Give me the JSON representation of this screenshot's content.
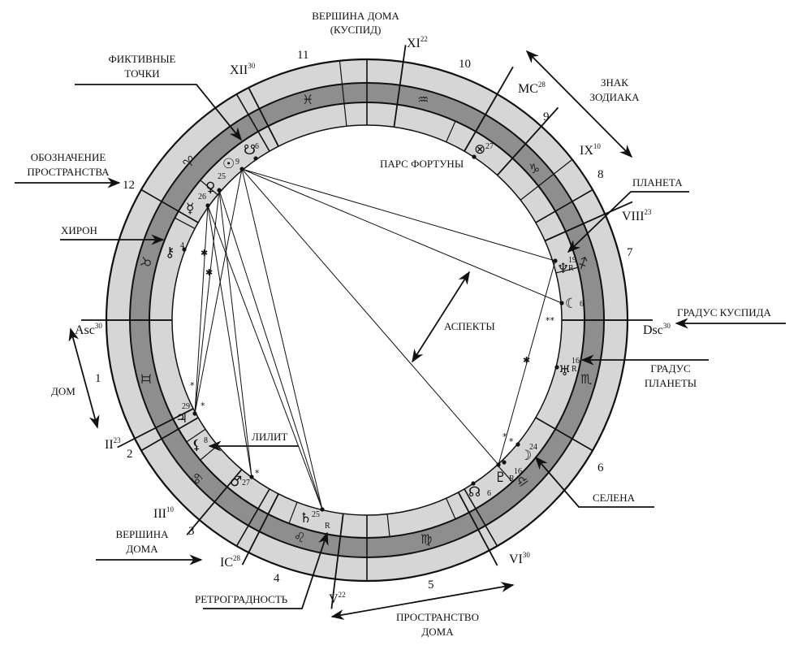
{
  "title": "Astrological natal chart anatomy (Russian labels)",
  "colors": {
    "outer_ring": "#d6d6d6",
    "zodiac_band": "#8e8e8e",
    "inner_ring": "#d6d6d6",
    "lines": "#111111",
    "background": "#ffffff"
  },
  "annotations": {
    "cusp_top": [
      "ВЕРШИНА ДОМА",
      "(КУСПИД)"
    ],
    "fictive_points": [
      "ФИКТИВНЫЕ",
      "ТОЧКИ"
    ],
    "space_designation": [
      "ОБОЗНАЧЕНИЕ",
      "ПРОСТРАНСТВА"
    ],
    "chiron": "ХИРОН",
    "house": "ДОМ",
    "lilith": "ЛИЛИТ",
    "house_top_bottom": [
      "ВЕРШИНА",
      "ДОМА"
    ],
    "retrograde": "РЕТРОГРАДНОСТЬ",
    "house_space": [
      "ПРОСТРАНСТВО",
      "ДОМА"
    ],
    "selena": "СЕЛЕНА",
    "planet_degree": [
      "ГРАДУС",
      "ПЛАНЕТЫ"
    ],
    "cusp_degree": "ГРАДУС КУСПИДА",
    "planet": "ПЛАНЕТА",
    "zodiac_sign": [
      "ЗНАК",
      "ЗОДИАКА"
    ],
    "pars_fortune": "ПАРС ФОРТУНЫ",
    "aspects": "АСПЕКТЫ"
  },
  "houses": [
    {
      "number": "1",
      "cusp_label": "Asc",
      "cusp_degree": "30"
    },
    {
      "number": "2",
      "cusp_label": "II",
      "cusp_degree": "23"
    },
    {
      "number": "3",
      "cusp_label": "III",
      "cusp_degree": "10"
    },
    {
      "number": "4",
      "cusp_label": "IC",
      "cusp_degree": "28"
    },
    {
      "number": "5",
      "cusp_label": "V",
      "cusp_degree": "22"
    },
    {
      "number": "6",
      "cusp_label": "VI",
      "cusp_degree": "30"
    },
    {
      "number": "7",
      "cusp_label": "Dsc",
      "cusp_degree": "30"
    },
    {
      "number": "8",
      "cusp_label": "VIII",
      "cusp_degree": "23"
    },
    {
      "number": "9",
      "cusp_label": "IX",
      "cusp_degree": "10"
    },
    {
      "number": "10",
      "cusp_label": "MC",
      "cusp_degree": "28"
    },
    {
      "number": "11",
      "cusp_label": "XI",
      "cusp_degree": "22"
    },
    {
      "number": "12",
      "cusp_label": "XII",
      "cusp_degree": "30"
    }
  ],
  "signs": [
    {
      "name": "aries",
      "glyph": "♈"
    },
    {
      "name": "taurus",
      "glyph": "♉"
    },
    {
      "name": "gemini",
      "glyph": "♊"
    },
    {
      "name": "cancer",
      "glyph": "♋"
    },
    {
      "name": "leo",
      "glyph": "♌"
    },
    {
      "name": "virgo",
      "glyph": "♍"
    },
    {
      "name": "libra",
      "glyph": "♎"
    },
    {
      "name": "scorpio",
      "glyph": "♏"
    },
    {
      "name": "sagittarius",
      "glyph": "♐"
    },
    {
      "name": "capricorn",
      "glyph": "♑"
    },
    {
      "name": "aquarius",
      "glyph": "♒"
    },
    {
      "name": "pisces",
      "glyph": "♓"
    }
  ],
  "planets": [
    {
      "name": "south-node",
      "glyph": "☋",
      "degree": "6",
      "retro": ""
    },
    {
      "name": "sun",
      "glyph": "☉",
      "degree": "9",
      "retro": ""
    },
    {
      "name": "venus",
      "glyph": "♀",
      "degree": "25",
      "retro": ""
    },
    {
      "name": "mercury",
      "glyph": "☿",
      "degree": "26",
      "retro": ""
    },
    {
      "name": "chiron",
      "glyph": "⚷",
      "degree": "4",
      "retro": ""
    },
    {
      "name": "jupiter",
      "glyph": "♃",
      "degree": "29",
      "retro": ""
    },
    {
      "name": "lilith",
      "glyph": "⚸",
      "degree": "8",
      "retro": ""
    },
    {
      "name": "mars",
      "glyph": "♂",
      "degree": "27",
      "retro": ""
    },
    {
      "name": "saturn",
      "glyph": "♄",
      "degree": "25",
      "retro": "R"
    },
    {
      "name": "north-node",
      "glyph": "☊",
      "degree": "6",
      "retro": ""
    },
    {
      "name": "pluto",
      "glyph": "♇",
      "degree": "16",
      "retro": "R"
    },
    {
      "name": "selena",
      "glyph": "☽",
      "degree": "24",
      "retro": ""
    },
    {
      "name": "uranus",
      "glyph": "♅",
      "degree": "16",
      "retro": "R"
    },
    {
      "name": "moon",
      "glyph": "☾",
      "degree": "6",
      "retro": ""
    },
    {
      "name": "neptune",
      "glyph": "♆",
      "degree": "19",
      "retro": "R"
    },
    {
      "name": "pars-fortune",
      "glyph": "⊗",
      "degree": "27",
      "retro": ""
    }
  ],
  "aspect_marks": {
    "sextile": "✱",
    "star": "*",
    "double_star": "**"
  }
}
